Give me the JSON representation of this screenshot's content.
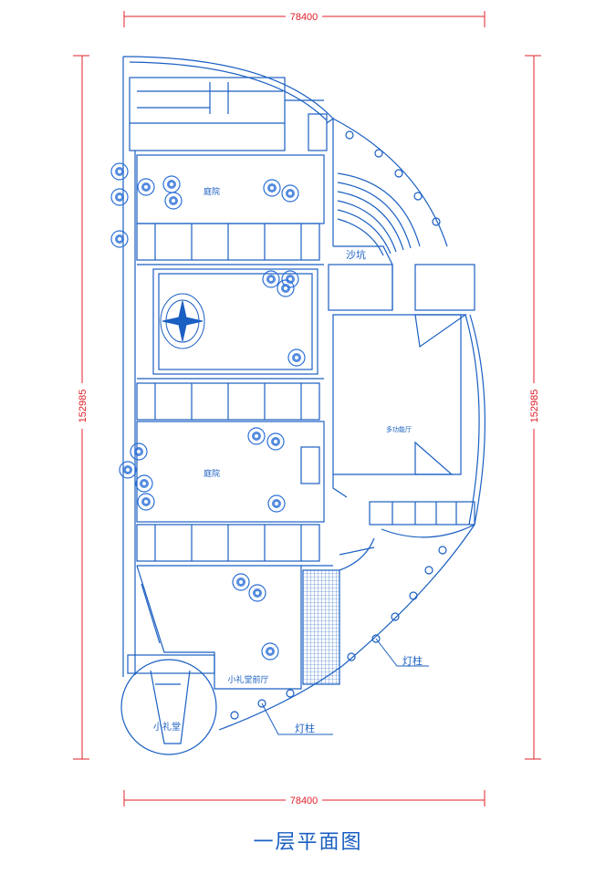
{
  "drawing": {
    "caption": "一层平面图",
    "dimensions": {
      "top_width": "78400",
      "bottom_width": "78400",
      "left_height": "152985",
      "right_height": "152985"
    },
    "labels": {
      "courtyard_1": "庭院",
      "courtyard_2": "庭院",
      "sandpit": "沙坑",
      "small_hall": "小礼堂",
      "hall_lobby": "小礼堂前厅",
      "lamp_post_1": "灯柱",
      "lamp_post_2": "灯柱",
      "hall_main": "多功能厅"
    },
    "colors": {
      "lines": "#1a5fc2",
      "dimensions": "#e0202a",
      "trees": "#2a6fd6"
    }
  }
}
